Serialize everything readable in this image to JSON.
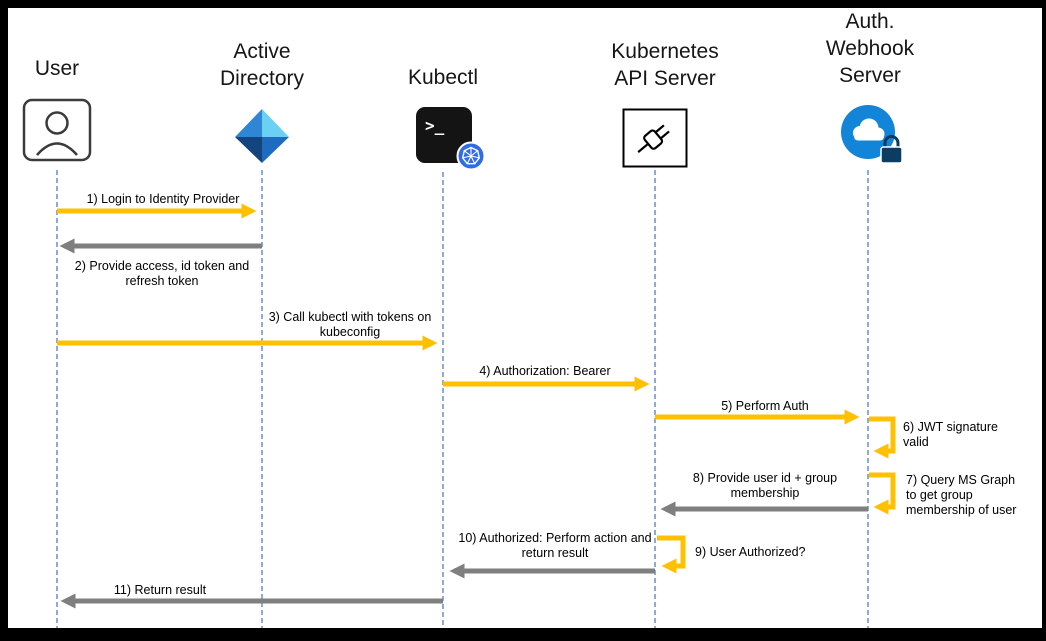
{
  "diagram": {
    "type": "sequence-diagram",
    "topic": "Kubernetes OIDC / Webhook authentication flow",
    "actors": [
      {
        "label": "User",
        "icon": "person-icon"
      },
      {
        "label": "Active Directory",
        "icon": "active-directory-icon"
      },
      {
        "label": "Kubectl",
        "icon": "kubectl-terminal-icon"
      },
      {
        "label": "Kubernetes API Server",
        "icon": "api-server-plug-icon"
      },
      {
        "label": "Auth. Webhook Server",
        "icon": "auth-webhook-cloud-lock-icon"
      }
    ],
    "messages": [
      {
        "label": "1) Login to Identity Provider",
        "from": "User",
        "to": "Active Directory",
        "style": "request"
      },
      {
        "label": "2) Provide access, id token and refresh token",
        "from": "Active Directory",
        "to": "User",
        "style": "response"
      },
      {
        "label": "3) Call kubectl with tokens on kubeconfig",
        "from": "User",
        "to": "Kubectl",
        "style": "request"
      },
      {
        "label": "4) Authorization: Bearer",
        "from": "Kubectl",
        "to": "Kubernetes API Server",
        "style": "request"
      },
      {
        "label": "5) Perform Auth",
        "from": "Kubernetes API Server",
        "to": "Auth. Webhook Server",
        "style": "request"
      },
      {
        "label": "6) JWT signature valid",
        "from": "Auth. Webhook Server",
        "to": "Auth. Webhook Server",
        "style": "request-self"
      },
      {
        "label": "7) Query MS Graph to get group membership of user",
        "from": "Auth. Webhook Server",
        "to": "Auth. Webhook Server",
        "style": "request-self"
      },
      {
        "label": "8) Provide user id + group membership",
        "from": "Auth. Webhook Server",
        "to": "Kubernetes API Server",
        "style": "response"
      },
      {
        "label": "9) User Authorized?",
        "from": "Kubernetes API Server",
        "to": "Kubernetes API Server",
        "style": "request-self"
      },
      {
        "label": "10) Authorized: Perform action and return result",
        "from": "Kubernetes API Server",
        "to": "Kubectl",
        "style": "response"
      },
      {
        "label": "11) Return result",
        "from": "Kubectl",
        "to": "User",
        "style": "response"
      }
    ],
    "colors": {
      "request_arrow": "#FFC000",
      "response_arrow": "#7F7F7F",
      "lifeline": "#4472C4",
      "kubernetes_badge": "#326CE5",
      "azure_blue": "#1285D8",
      "frame": "#000000",
      "background": "#FFFFFF"
    }
  }
}
